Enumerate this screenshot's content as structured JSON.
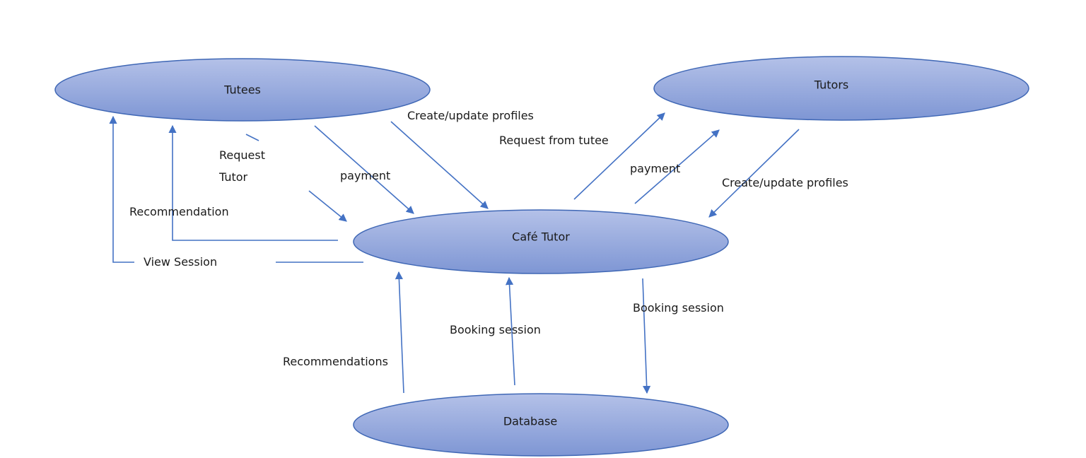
{
  "diagram": {
    "colors": {
      "node_fill_top": "#b4c1e8",
      "node_fill_bottom": "#7e96d4",
      "node_stroke": "#3f67b5",
      "arrow": "#4472c4",
      "text": "#1a1a1a"
    },
    "nodes": {
      "tutees": "Tutees",
      "tutors": "Tutors",
      "cafe_tutor": "Café Tutor",
      "database": "Database"
    },
    "flows": {
      "request_tutor_line1": "Request",
      "request_tutor_line2": "Tutor",
      "payment_tutee": "payment",
      "create_update_tutee": "Create/update profiles",
      "recommendation": "Recommendation",
      "view_session": "View Session",
      "request_from_tutee": "Request from tutee",
      "payment_tutor": "payment",
      "create_update_tutor": "Create/update profiles",
      "recommendations_db": "Recommendations",
      "booking_session_up": "Booking session",
      "booking_session_down": "Booking session"
    }
  }
}
